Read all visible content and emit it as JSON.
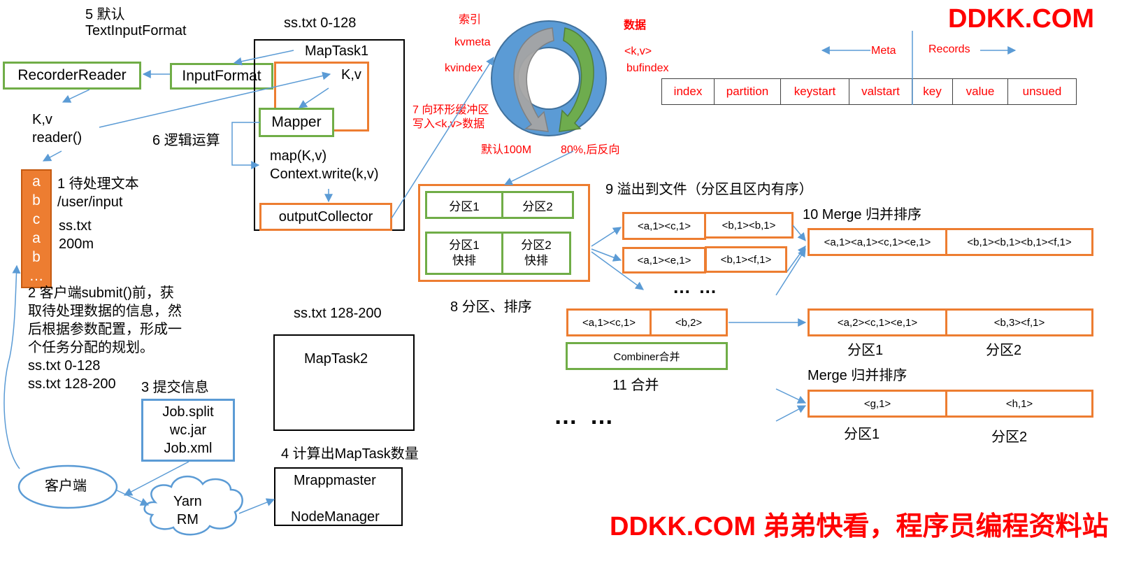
{
  "watermark_top": "DDKK.COM",
  "watermark_bottom": "DDKK.COM 弟弟快看，程序员编程资料站",
  "step5": [
    "5 默认",
    "TextInputFormat"
  ],
  "recorder_reader": "RecorderReader",
  "input_format": "InputFormat",
  "kv_reader": [
    "K,v",
    "reader()"
  ],
  "stack_letters": [
    "a",
    "b",
    "c",
    "a",
    "b",
    "…"
  ],
  "step1": [
    "1 待处理文本",
    "/user/input",
    "ss.txt",
    "200m"
  ],
  "step2": [
    "2 客户端submit()前，获",
    "取待处理数据的信息，然",
    "后根据参数配置，形成一",
    "个任务分配的规划。",
    "ss.txt  0-128",
    "ss.txt  128-200"
  ],
  "step3": "3 提交信息",
  "job_files": [
    "Job.split",
    "wc.jar",
    "Job.xml"
  ],
  "client": "客户端",
  "yarn_rm": [
    "Yarn",
    "RM"
  ],
  "step4": "4 计算出MapTask数量",
  "mrappmaster": "Mrappmaster",
  "nodemanager": "NodeManager",
  "split1_label": "ss.txt 0-128",
  "maptask1": "MapTask1",
  "kv_inner": "K,v",
  "mapper": "Mapper",
  "step6": "6 逻辑运算",
  "map_code": [
    "map(K,v)",
    "Context.write(k,v)"
  ],
  "output_collector": "outputCollector",
  "split2_label": "ss.txt 128-200",
  "maptask2": "MapTask2",
  "ring": {
    "index_label": "索引",
    "kvmeta": "kvmeta",
    "kvindex": "kvindex",
    "data_label": "数据",
    "kv": "<k,v>",
    "bufindex": "bufindex",
    "default_size": "默认100M",
    "threshold": "80%,后反向",
    "colors": {
      "outer": "#5b9bd5",
      "outer_border": "#41719c",
      "arrow_left": "#a5a5a5",
      "arrow_right": "#70ad47"
    }
  },
  "step7": [
    "7 向环形缓冲区",
    "写入<k,v>数据"
  ],
  "meta_label": "Meta",
  "records_label": "Records",
  "buffer_fields": [
    "index",
    "partition",
    "keystart",
    "valstart",
    "key",
    "value",
    "unsued"
  ],
  "partition_box": {
    "row1": [
      "分区1",
      "分区2"
    ],
    "row2": [
      [
        "分区1",
        "快排"
      ],
      [
        "分区2",
        "快排"
      ]
    ]
  },
  "step8": "8 分区、排序",
  "step9": "9 溢出到文件（分区且区内有序）",
  "spill_files": [
    [
      "<a,1><c,1>",
      "<b,1><b,1>"
    ],
    [
      "<a,1><e,1>",
      "<b,1><f,1>"
    ]
  ],
  "ellipsis_mid": "… …",
  "step10": "10 Merge 归并排序",
  "merge_result": [
    "<a,1><a,1><c,1><e,1>",
    "<b,1><b,1><b,1><f,1>"
  ],
  "combine_input": [
    "<a,1><c,1>",
    "<b,2>"
  ],
  "combiner": "Combiner合并",
  "step11": "11 合并",
  "combine_result": [
    "<a,2><c,1><e,1>",
    "<b,3><f,1>"
  ],
  "partition_labels_a": [
    "分区1",
    "分区2"
  ],
  "merge2_title": "Merge 归并排序",
  "merge2_result": [
    "<g,1>",
    "<h,1>"
  ],
  "partition_labels_b": [
    "分区1",
    "分区2"
  ],
  "ellipsis_bottom": "…  …",
  "colors": {
    "green": "#70ad47",
    "orange": "#ed7d31",
    "blue": "#5b9bd5",
    "red": "#ff0000"
  }
}
